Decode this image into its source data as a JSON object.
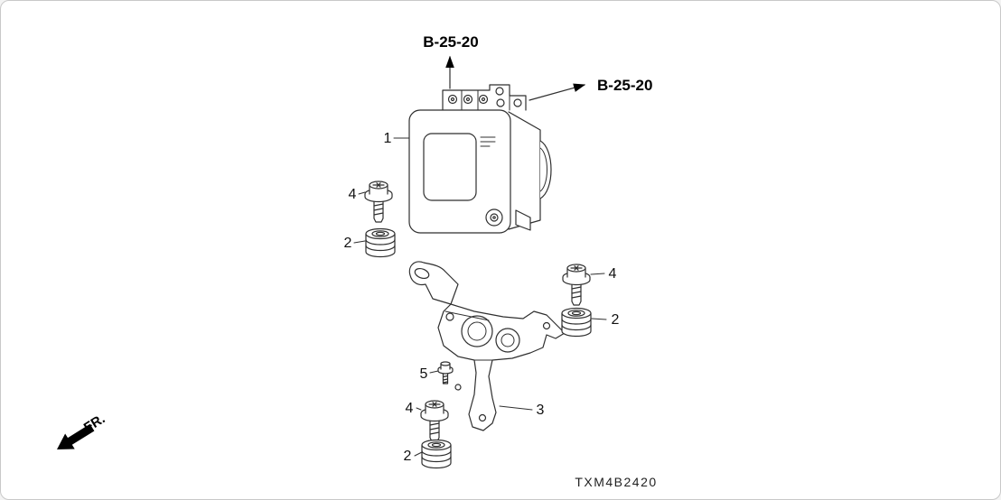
{
  "diagram": {
    "references": {
      "top": "B-25-20",
      "right": "B-25-20"
    },
    "callouts": {
      "modulator": "1",
      "mount_left": "2",
      "mount_right": "2",
      "mount_bottom": "2",
      "bracket": "3",
      "bolt_left": "4",
      "bolt_right": "4",
      "bolt_bottom": "4",
      "screw": "5"
    },
    "direction_label": "FR.",
    "part_code": "TXM4B2420",
    "colors": {
      "line": "#2f2f2f",
      "text": "#000000",
      "frame": "#c9c9c9"
    }
  }
}
